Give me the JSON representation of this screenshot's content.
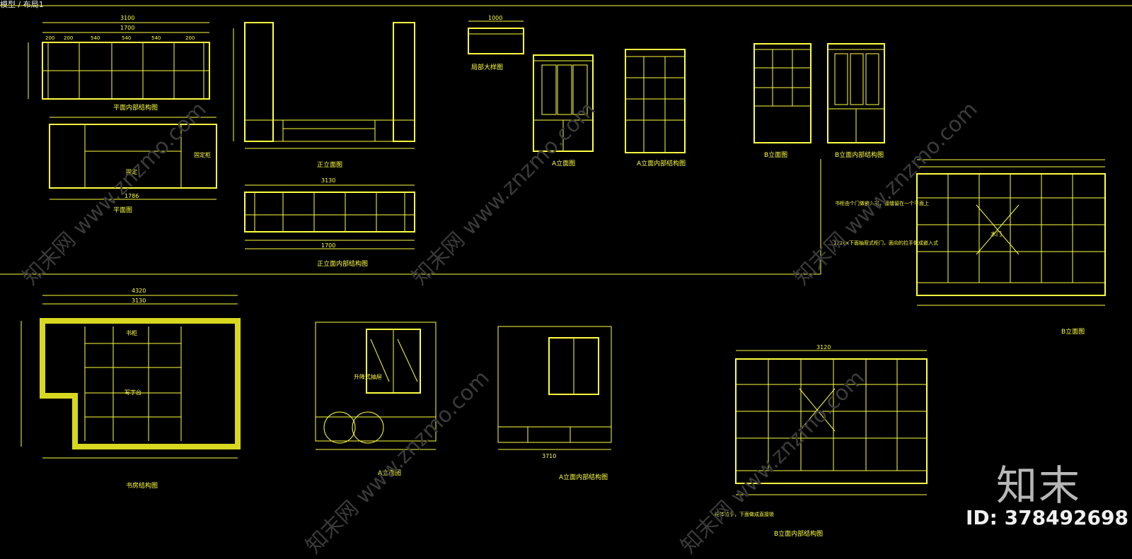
{
  "viewport": {
    "tab_label": "模型 / 布局1",
    "background_color": "#000000",
    "line_color": "#ffff40"
  },
  "drawings": [
    {
      "id": "plan-internal",
      "title": "平面内部结构图"
    },
    {
      "id": "plan",
      "title": "平面图"
    },
    {
      "id": "front-elev",
      "title": "正立面图"
    },
    {
      "id": "front-internal",
      "title": "正立面内部结构图"
    },
    {
      "id": "top-detail",
      "title": "局部大样图"
    },
    {
      "id": "a-elev",
      "title": "A立面图"
    },
    {
      "id": "a-internal",
      "title": "A立面内部结构图"
    },
    {
      "id": "b-elev",
      "title": "B立面图"
    },
    {
      "id": "b-internal",
      "title": "B立面内部结构图"
    },
    {
      "id": "b-elev-2",
      "title": "B立面图"
    },
    {
      "id": "floor-plan",
      "title": "书房结构图"
    },
    {
      "id": "a-elev-2",
      "title": "A立面图"
    },
    {
      "id": "a-internal-2",
      "title": "A立面内部结构图"
    },
    {
      "id": "b-internal-2",
      "title": "B立面内部结构图"
    }
  ],
  "dimensions": {
    "plan_total": "3100",
    "plan_mid": "1700",
    "plan_sub": [
      "200",
      "200",
      "540",
      "540",
      "540",
      "200"
    ],
    "plan_b_total": "1786",
    "front_total": "3130",
    "front_mid": "1700",
    "floor_total": "4320",
    "floor_width": "3130",
    "elev_a_total": "3710",
    "elev_b_total": "3120",
    "detail_top": "1000"
  },
  "annotations": {
    "fixed": "固定",
    "fixed_cabinet": "固定柜",
    "door": "木门",
    "lift_cabinet": "升降式抽屉",
    "desk": "写字台",
    "book": "书柜",
    "note_b": "书柜由个门做嵌入式，接缝留在一个平面上",
    "note_drawer": "1220x下面抽屉式柜门，面向的拉手做成嵌入式",
    "note_pull": "柜体拉手，下面做成直接锁"
  },
  "branding": {
    "logo_text": "知末",
    "id_text": "ID: 378492698",
    "watermark": "知末网 www.znzmo.com"
  }
}
